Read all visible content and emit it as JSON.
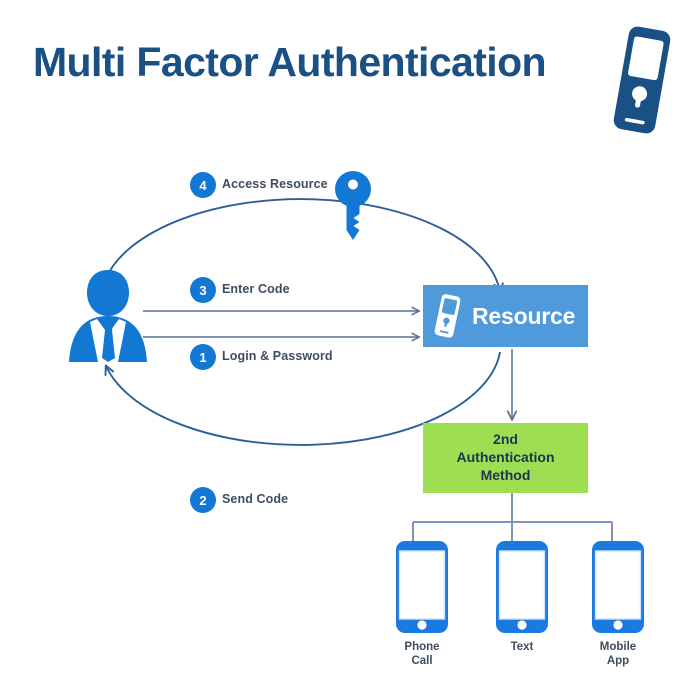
{
  "header": {
    "title": "Multi Factor Authentication",
    "icon": "phone-lock-icon"
  },
  "colors": {
    "title_navy": "#1b5085",
    "accent_blue": "#1278d4",
    "resource_blue": "#4f9adb",
    "auth_green": "#9ede52",
    "arrow_slate": "#5a6f96",
    "label_text": "#3f4d5e",
    "green_box_text": "#1f3352",
    "background": "#ffffff"
  },
  "diagram": {
    "actor": {
      "name": "user-person-icon",
      "icon": "business-person-icon"
    },
    "steps": [
      {
        "number": "4",
        "label": "Access Resource",
        "icon": "key-icon"
      },
      {
        "number": "3",
        "label": "Enter Code"
      },
      {
        "number": "1",
        "label": "Login & Password"
      },
      {
        "number": "2",
        "label": "Send Code"
      }
    ],
    "resource": {
      "label": "Resource",
      "icon": "phone-lock-icon"
    },
    "second_auth": {
      "line1": "2nd",
      "line2": "Authentication",
      "line3": "Method"
    },
    "methods": [
      {
        "label": "Phone\nCall",
        "icon": "smartphone-icon"
      },
      {
        "label": "Text",
        "icon": "smartphone-icon"
      },
      {
        "label": "Mobile\nApp",
        "icon": "smartphone-icon"
      }
    ]
  }
}
